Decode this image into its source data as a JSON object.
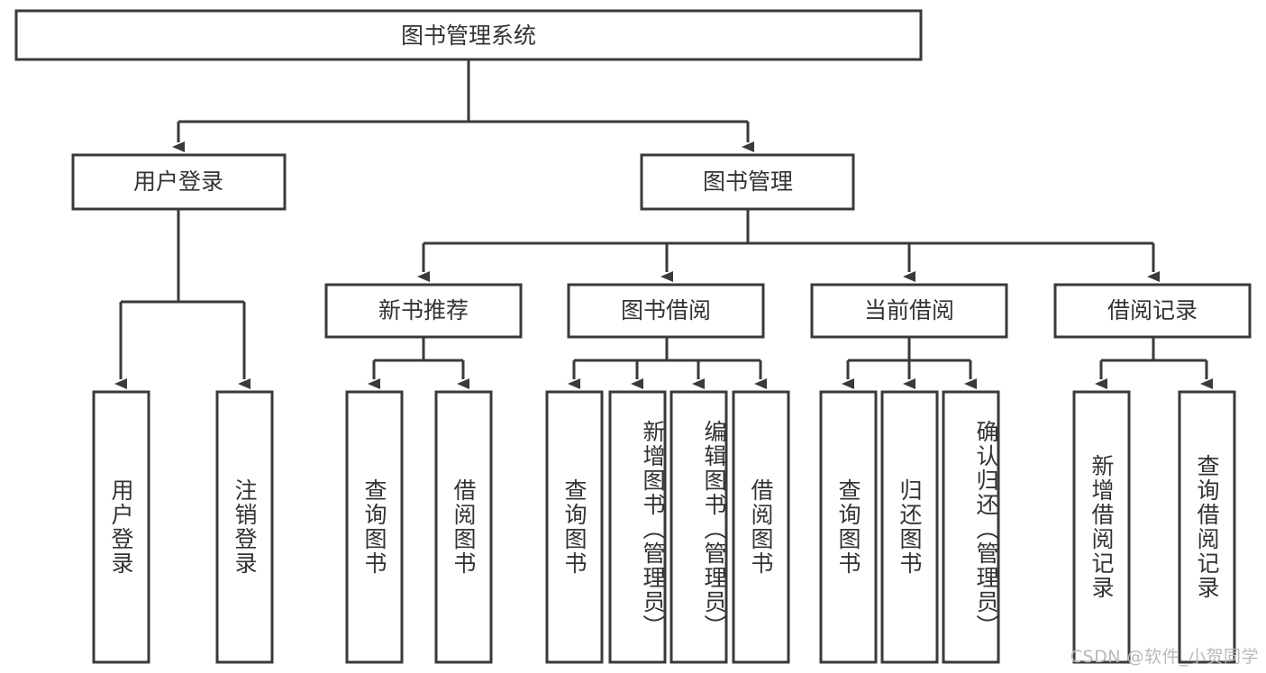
{
  "diagram": {
    "title": "图书管理系统",
    "type": "hierarchy-tree",
    "watermark": "CSDN @软件_小贺同学",
    "colors": {
      "stroke": "#3a3a3a",
      "box_fill": "#ffffff",
      "text": "#333333",
      "background": "#ffffff",
      "watermark": "#b9b9b9"
    },
    "root": {
      "label": "图书管理系统",
      "orientation": "horizontal"
    },
    "level2": [
      {
        "label": "用户登录",
        "orientation": "horizontal"
      },
      {
        "label": "图书管理",
        "orientation": "horizontal"
      }
    ],
    "level3": [
      {
        "label": "新书推荐",
        "orientation": "horizontal"
      },
      {
        "label": "图书借阅",
        "orientation": "horizontal"
      },
      {
        "label": "当前借阅",
        "orientation": "horizontal"
      },
      {
        "label": "借阅记录",
        "orientation": "horizontal"
      }
    ],
    "leaves": {
      "user_login": [
        {
          "label": "用户登录",
          "orientation": "vertical"
        },
        {
          "label": "注销登录",
          "orientation": "vertical"
        }
      ],
      "new_book_recommend": [
        {
          "label": "查询图书",
          "orientation": "vertical"
        },
        {
          "label": "借阅图书",
          "orientation": "vertical"
        }
      ],
      "book_borrow": [
        {
          "label": "查询图书",
          "orientation": "vertical"
        },
        {
          "label": "新增图书（管理员）",
          "orientation": "vertical"
        },
        {
          "label": "编辑图书（管理员）",
          "orientation": "vertical"
        },
        {
          "label": "借阅图书",
          "orientation": "vertical"
        }
      ],
      "current_borrow": [
        {
          "label": "查询图书",
          "orientation": "vertical"
        },
        {
          "label": "归还图书",
          "orientation": "vertical"
        },
        {
          "label": "确认归还（管理员）",
          "orientation": "vertical"
        }
      ],
      "borrow_records": [
        {
          "label": "新增借阅记录",
          "orientation": "vertical"
        },
        {
          "label": "查询借阅记录",
          "orientation": "vertical"
        }
      ]
    }
  }
}
